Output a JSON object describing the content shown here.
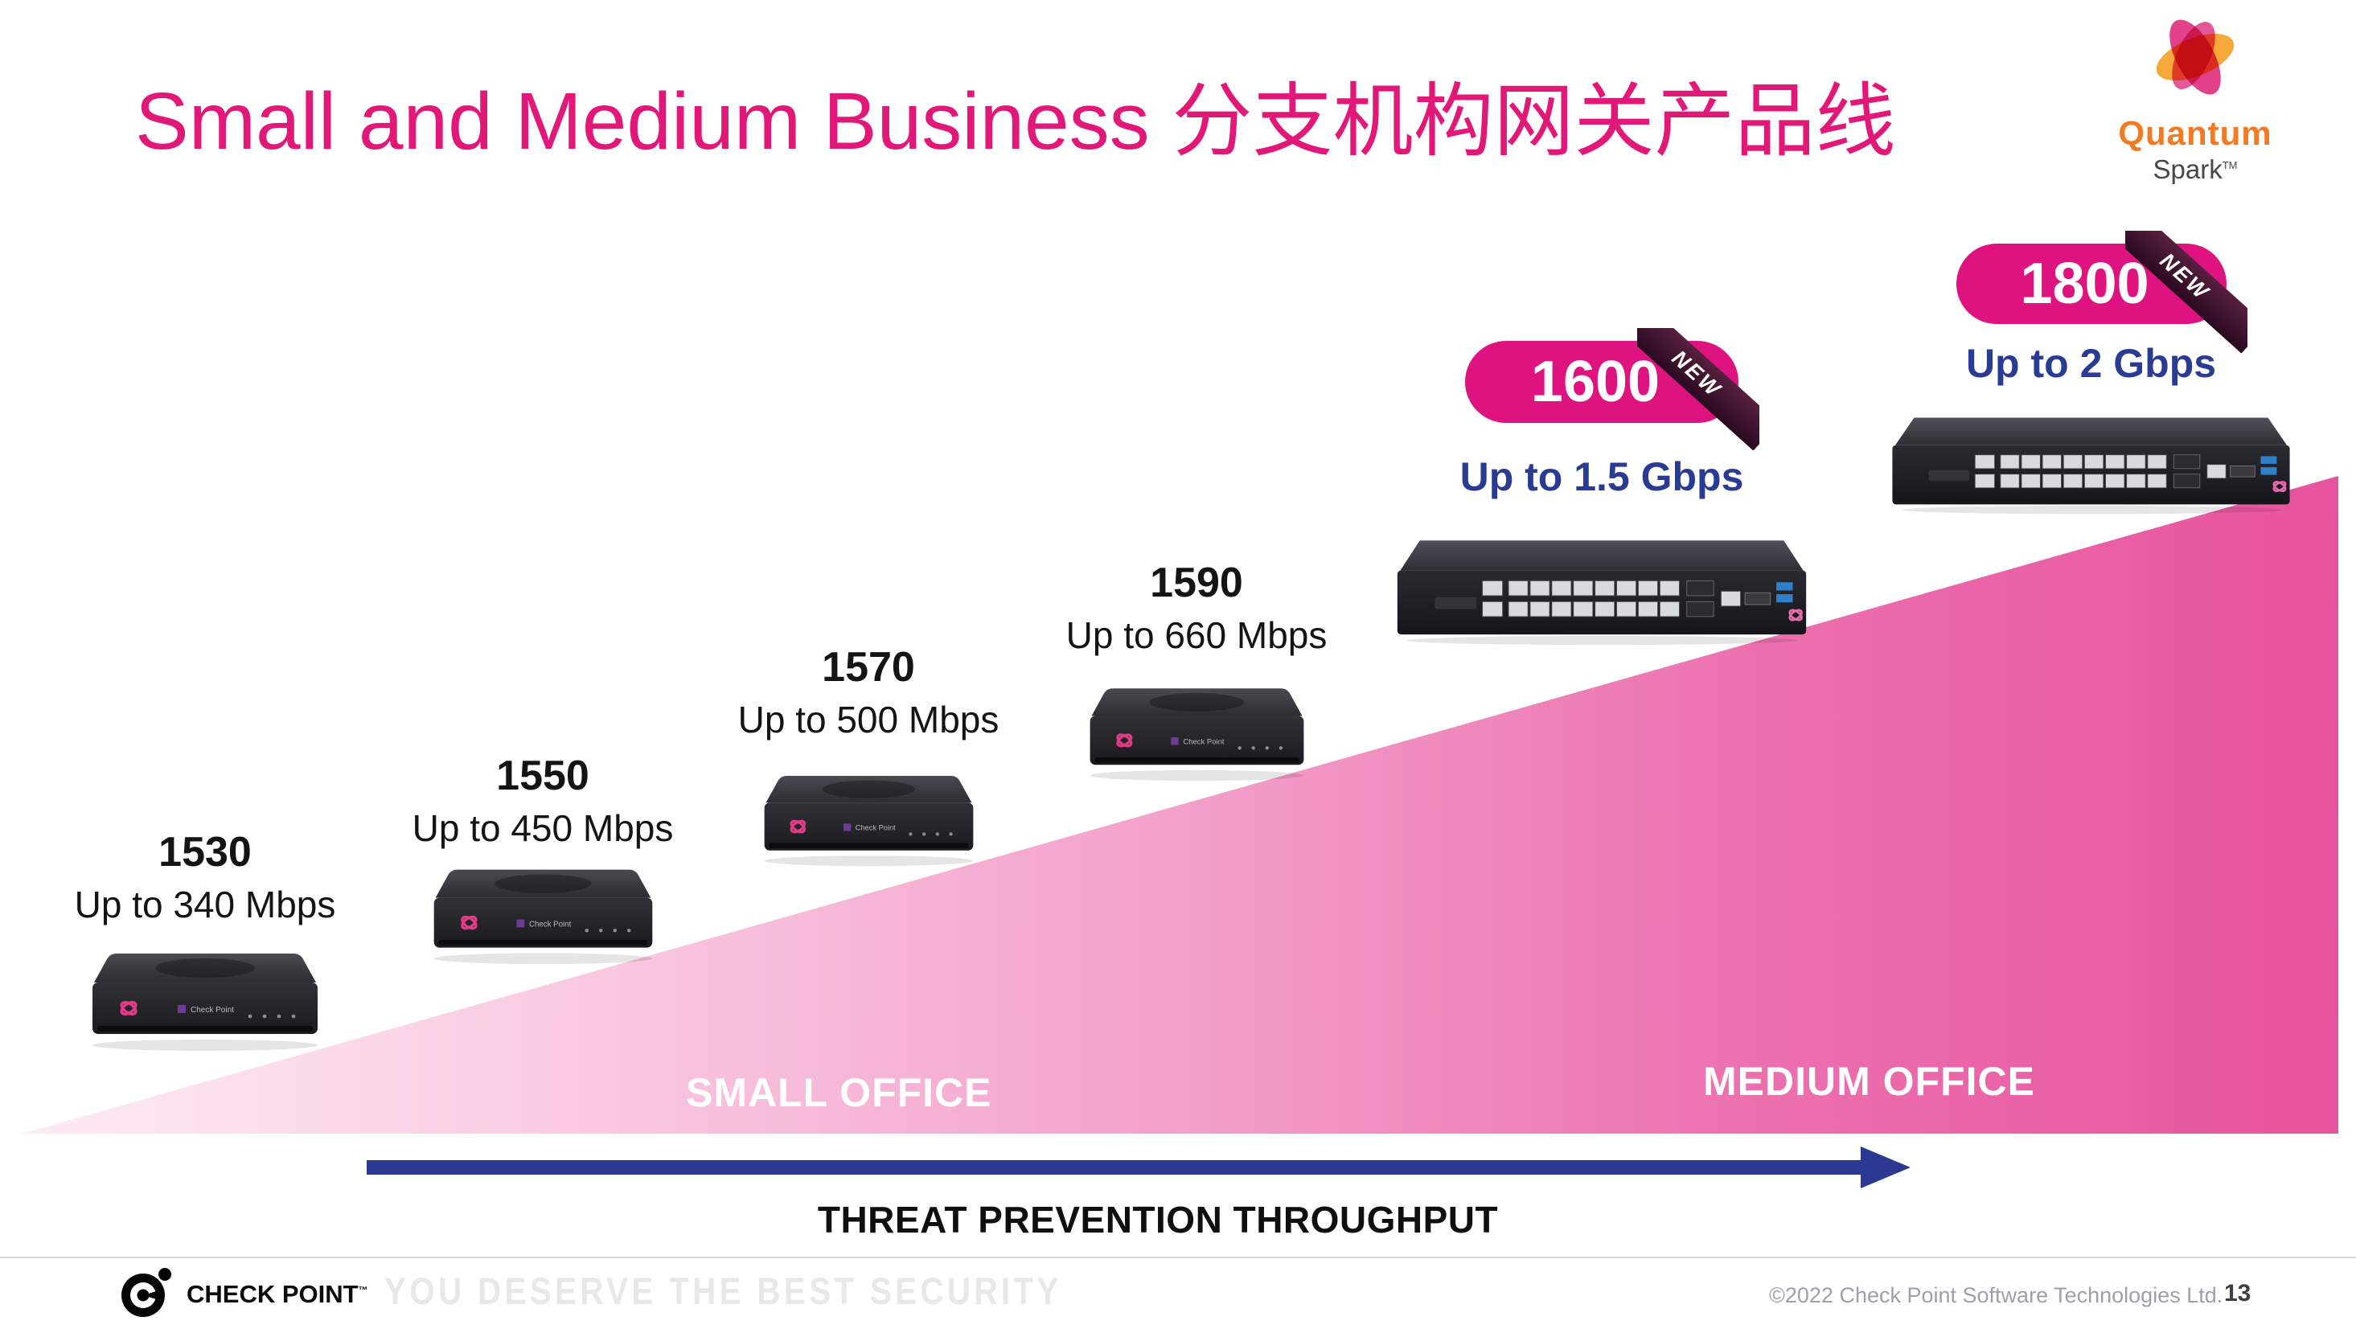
{
  "header": {
    "title": "Small and Medium Business 分支机构网关产品线"
  },
  "brand_logo": {
    "name": "Quantum",
    "sub": "Spark",
    "tm": "TM"
  },
  "products": [
    {
      "model": "1530",
      "throughput": "Up to 340 Mbps",
      "type": "desktop",
      "is_new": false
    },
    {
      "model": "1550",
      "throughput": "Up to 450 Mbps",
      "type": "desktop",
      "is_new": false
    },
    {
      "model": "1570",
      "throughput": "Up to 500 Mbps",
      "type": "desktop",
      "is_new": false
    },
    {
      "model": "1590",
      "throughput": "Up to 660 Mbps",
      "type": "desktop",
      "is_new": false
    },
    {
      "model": "1600",
      "throughput": "Up to 1.5 Gbps",
      "type": "rack",
      "is_new": true,
      "new_label": "NEW"
    },
    {
      "model": "1800",
      "throughput": "Up to 2 Gbps",
      "type": "rack",
      "is_new": true,
      "new_label": "NEW"
    }
  ],
  "segments": {
    "small": "SMALL OFFICE",
    "medium": "MEDIUM OFFICE"
  },
  "axis_label": "THREAT PREVENTION THROUGHPUT",
  "device_brand": "Check Point",
  "footer": {
    "brand": "CHECK POINT",
    "brand_tm": "™",
    "tagline": "YOU DESERVE THE BEST SECURITY",
    "copyright": "©2022 Check Point Software Technologies Ltd.",
    "page_number": "13"
  },
  "colors": {
    "title_pink": "#E21879",
    "badge_pink": "#DF1380",
    "ribbon_plum": "#3A1230",
    "deep_blue": "#2A3B94",
    "arrow_blue": "#2B3990",
    "triangle_light": "#FDEBF5",
    "triangle_dark": "#E7539E"
  }
}
